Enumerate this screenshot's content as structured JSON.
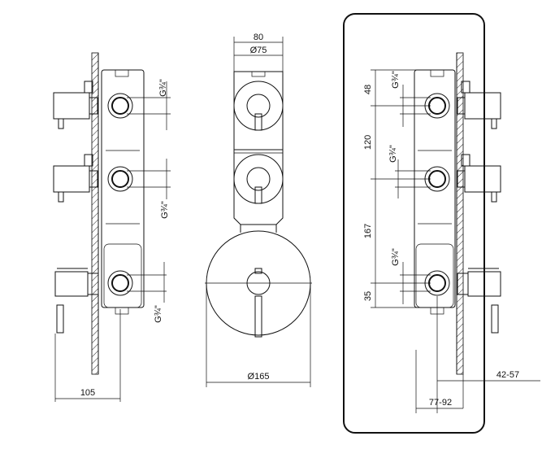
{
  "side_view_left": {
    "thread_labels": [
      "G¾\"",
      "G¾\"",
      "G¾\""
    ],
    "depth_label": "105"
  },
  "front_view": {
    "width_label": "80",
    "cap_diameter_label": "Ø75",
    "plate_diameter_label": "Ø165"
  },
  "side_view_right": {
    "thread_labels": [
      "G¾\"",
      "G¾\"",
      "G¾\""
    ],
    "spacing_labels": [
      "48",
      "120",
      "167",
      "35"
    ],
    "projection_labels": [
      "42-57",
      "77-92"
    ]
  }
}
